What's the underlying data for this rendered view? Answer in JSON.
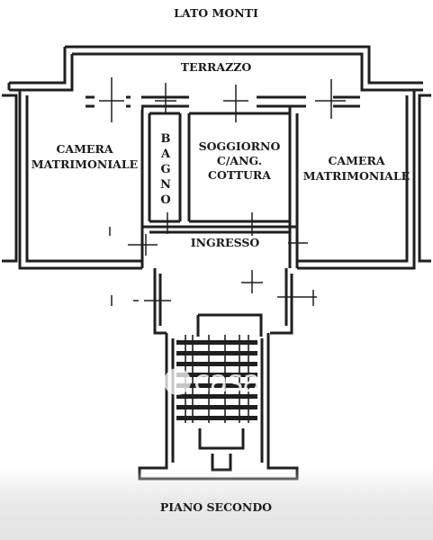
{
  "header": {
    "orientation": "LATO MONTI"
  },
  "rooms": {
    "terrace": "TERRAZZO",
    "bedroom_left": [
      "CAMERA",
      "MATRIMONIALE"
    ],
    "bathroom": [
      "B",
      "A",
      "G",
      "N",
      "O"
    ],
    "living": [
      "SOGGIORNO",
      "C/ANG.",
      "COTTURA"
    ],
    "bedroom_right": [
      "CAMERA",
      "MATRIMONIALE"
    ],
    "entrance": "INGRESSO"
  },
  "footer": {
    "floor": "PIANO SECONDO"
  },
  "watermark": {
    "text": "casa.it"
  }
}
